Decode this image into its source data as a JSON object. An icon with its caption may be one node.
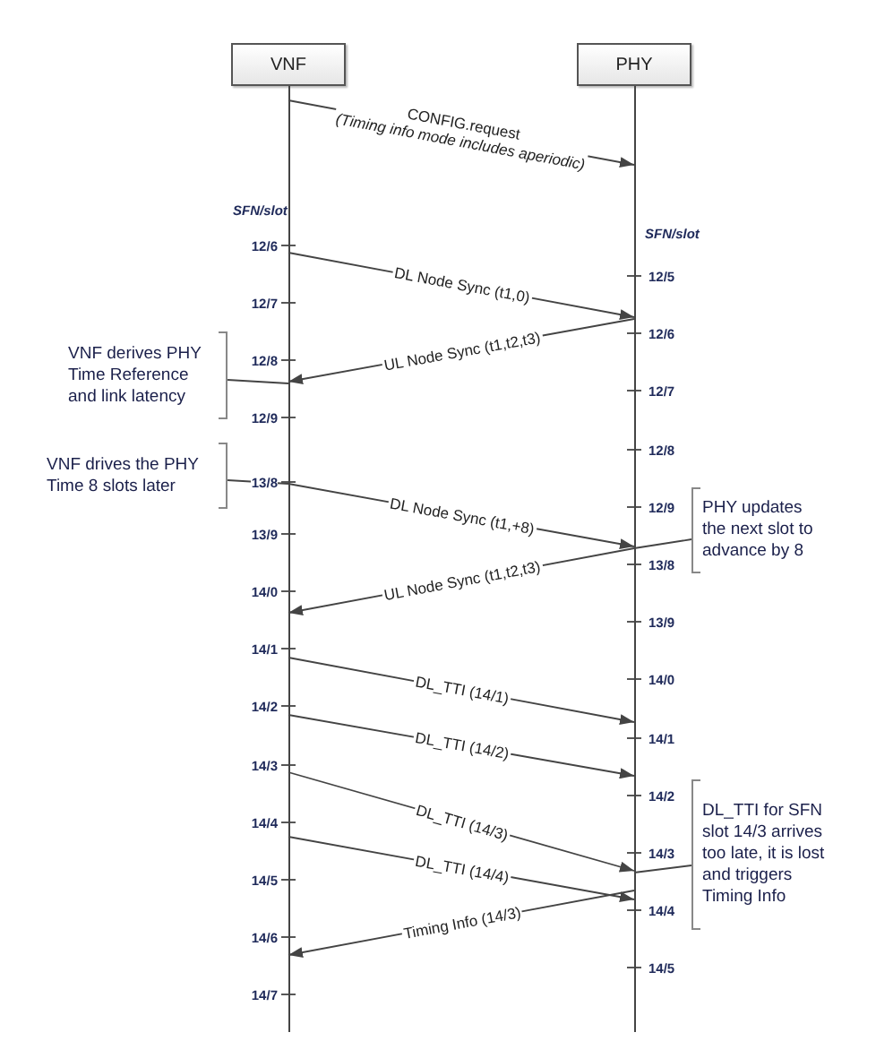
{
  "diagram": {
    "nodes": [
      {
        "text": [
          "VNF"
        ]
      },
      {
        "text": [
          "PHY"
        ]
      },
      {
        "text": [],
        "shape": "line"
      },
      {
        "text": [],
        "shape": "line"
      },
      {
        "text": [
          "VNF derives PHY Time Reference and link latency"
        ]
      },
      {
        "text": [
          "VNF drives the PHY Time 8 slots later"
        ]
      },
      {
        "text": [
          "PHY updates the next slot to advance by 8"
        ]
      },
      {
        "text": [
          "DL_TTI for SFN slot 14/3 arrives too late, it is lost and triggers Timing Info"
        ]
      }
    ],
    "edges": [
      {
        "from": 2,
        "to": 3,
        "arrow": "to",
        "label": "CONFIG.request *(Timing info mode includes aperiodic)*"
      },
      {
        "from": 2,
        "to": 3,
        "arrow": "to",
        "label": "DL Node Sync (t1,0)"
      },
      {
        "from": 3,
        "to": 2,
        "arrow": "to",
        "label": "UL Node Sync (t1,t2,t3)"
      },
      {
        "from": 2,
        "to": 3,
        "arrow": "to",
        "label": "DL Node Sync (t1,+8)"
      },
      {
        "from": 3,
        "to": 2,
        "arrow": "to",
        "label": "UL Node Sync (t1,t2,t3)"
      },
      {
        "from": 2,
        "to": 3,
        "arrow": "to",
        "label": "DL_TTI (14/1)"
      },
      {
        "from": 2,
        "to": 3,
        "arrow": "to",
        "label": "DL_TTI (14/2)"
      },
      {
        "from": 2,
        "to": 3,
        "arrow": "to",
        "label": "DL_TTI (14/3)"
      },
      {
        "from": 2,
        "to": 3,
        "arrow": "to",
        "label": "DL_TTI (14/4)"
      },
      {
        "from": 3,
        "to": 2,
        "arrow": "to",
        "label": "Timing Info (14/3)"
      },
      {
        "from": 4,
        "to": 2,
        "arrow": "none"
      },
      {
        "from": 5,
        "to": 2,
        "arrow": "none"
      },
      {
        "from": 6,
        "to": 3,
        "arrow": "none"
      },
      {
        "from": 7,
        "to": 3,
        "arrow": "none"
      }
    ],
    "labels": [
      "SFN/slot",
      "12/6",
      "12/7",
      "12/8",
      "12/9",
      "13/8",
      "13/9",
      "14/0",
      "14/1",
      "14/2",
      "14/3",
      "14/4",
      "14/5",
      "14/6",
      "14/7",
      "SFN/slot",
      "12/5",
      "12/6",
      "12/7",
      "12/8",
      "12/9",
      "13/8",
      "13/9",
      "14/0",
      "14/1",
      "14/2",
      "14/3",
      "14/4",
      "14/5"
    ]
  }
}
